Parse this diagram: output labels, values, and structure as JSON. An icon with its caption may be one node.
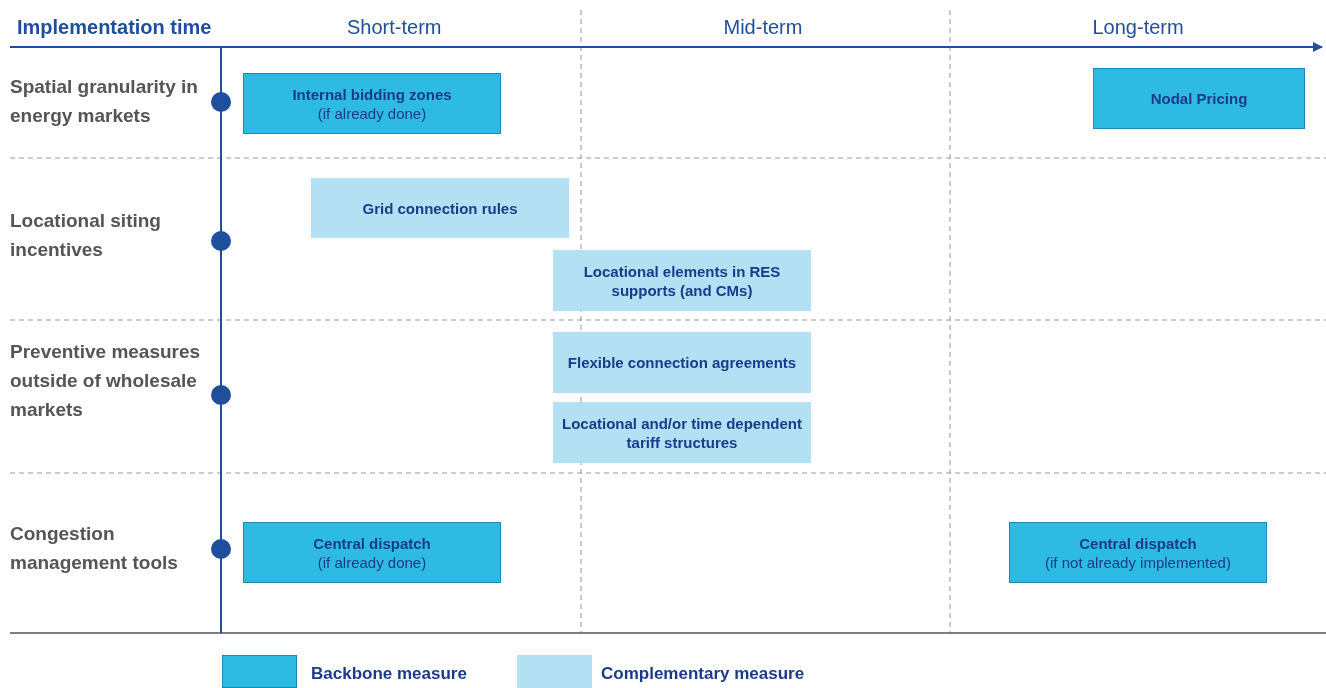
{
  "diagram": {
    "nodes": [
      {
        "text": [
          "Internal bidding zones",
          "(if already done)"
        ]
      },
      {
        "text": [
          "Nodal Pricing"
        ]
      },
      {
        "text": [
          "Grid connection rules"
        ]
      },
      {
        "text": [
          "Locational elements in RES supports (and CMs)"
        ]
      },
      {
        "text": [
          "Flexible connection agreements"
        ]
      },
      {
        "text": [
          "Locational and/or time dependent tariff structures"
        ]
      },
      {
        "text": [
          "Central dispatch",
          "(if already done)"
        ]
      },
      {
        "text": [
          "Central dispatch",
          "(if not already implemented)"
        ]
      }
    ],
    "labels": [
      "Implementation time",
      "Short-term",
      "Mid-term",
      "Long-term",
      "Spatial granularity in energy markets",
      "Locational siting incentives",
      "Preventive measures outside of wholesale markets",
      "Congestion management tools"
    ],
    "legend": [
      {
        "text": "Backbone measure",
        "color": "#2ebbe3"
      },
      {
        "text": "Complementary measure",
        "color": "#b3e0f2"
      }
    ]
  }
}
